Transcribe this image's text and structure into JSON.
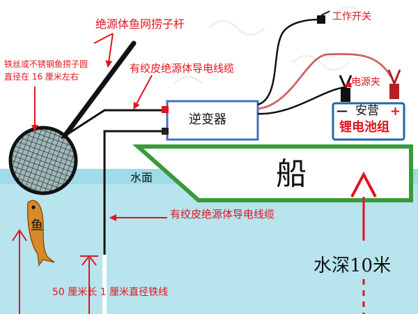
{
  "labels": {
    "pole_label": "绝源体鱼网捞子杆",
    "net_label_line1": "铁丝或不锈钢鱼捞子圆",
    "net_label_line2": "直径在 16 厘米左右",
    "cable_label_top": "有绞皮绝源体导电线缆",
    "switch_label": "工作开关",
    "clip_label": "电源夹",
    "inverter_label": "逆变器",
    "battery_minus": "—",
    "battery_name": "安营",
    "battery_plus": "+",
    "battery_type": "锂电池组",
    "boat_label": "船",
    "water_surface_label": "水面",
    "cable_label_bottom": "有绞皮绝源体导电线缆",
    "fish_label": "鱼",
    "depth_label": "水深10米",
    "rod_label": "50 厘米长 1 厘米直径铁线"
  },
  "colors": {
    "annotation_red": "#e0141e",
    "water": "#b8e4ee",
    "water_surface_band": "#9fdbe8",
    "boat_border": "#3a9a3a",
    "inverter_border": "#4472c4",
    "battery_border": "#1a6aa8"
  }
}
